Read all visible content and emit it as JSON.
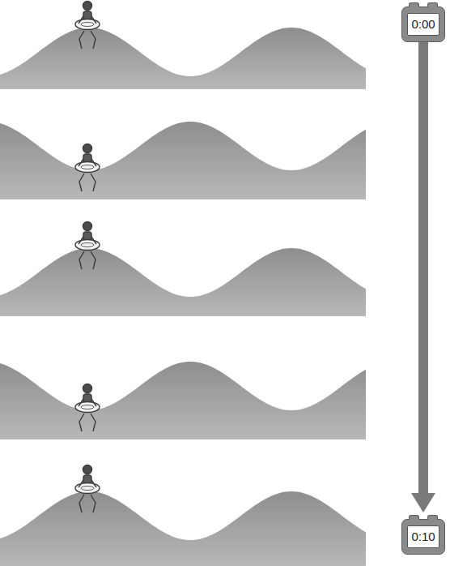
{
  "diagram": {
    "nodes": [
      {
        "text": [
          "0:00"
        ]
      },
      {
        "text": [
          "0:10"
        ]
      }
    ],
    "edges": [
      {
        "from": 0,
        "to": 1,
        "arrow": "to"
      }
    ]
  }
}
